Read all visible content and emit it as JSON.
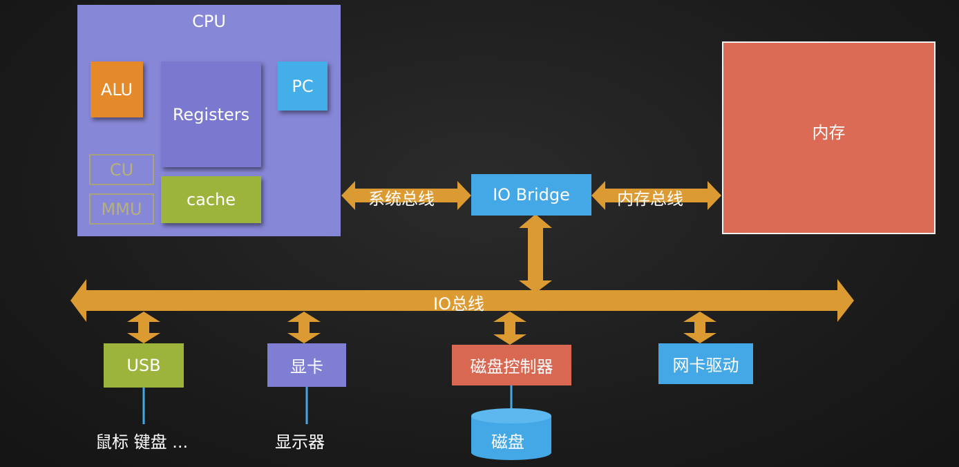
{
  "colors": {
    "cpu": "#8787d8",
    "alu": "#e48a2b",
    "registers": "#7b79cf",
    "pc": "#44aee8",
    "cache": "#9cb43c",
    "cu_border": "#a8a37a",
    "memory": "#dc6b55",
    "io_bridge": "#45a8e6",
    "usb": "#9cb43c",
    "gpu": "#7f7ed3",
    "disk_ctrl": "#d96852",
    "nic": "#45a8e6",
    "disk": "#45a8e6",
    "bus": "#dc9a33",
    "wire": "#45a8e6"
  },
  "cpu": {
    "title": "CPU",
    "alu": "ALU",
    "registers": "Registers",
    "pc": "PC",
    "cu": "CU",
    "mmu": "MMU",
    "cache": "cache"
  },
  "memory": {
    "label": "内存"
  },
  "io_bridge": {
    "label": "IO Bridge"
  },
  "buses": {
    "system": "系统总线",
    "memory": "内存总线",
    "io": "IO总线"
  },
  "devices": {
    "usb": "USB",
    "gpu": "显卡",
    "disk_controller": "磁盘控制器",
    "nic": "网卡驱动"
  },
  "peripherals": {
    "usb": "鼠标 键盘 ...",
    "gpu": "显示器",
    "disk": "磁盘"
  }
}
